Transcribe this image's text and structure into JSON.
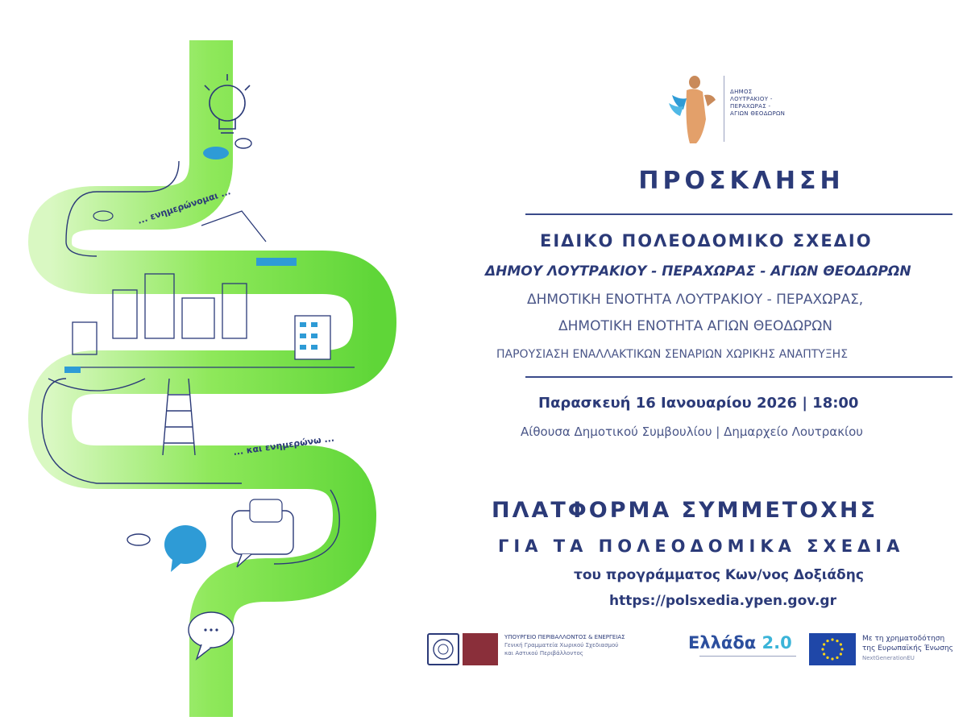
{
  "illustration": {
    "caption_top": "... ενημερώνομαι ...",
    "caption_bottom": "... και ενημερώνω ..."
  },
  "logo": {
    "label_1": "ΔΗΜΟΣ",
    "label_2": "ΛΟΥΤΡΑΚΙΟΥ -",
    "label_3": "ΠΕΡΑΧΩΡΑΣ -",
    "label_4": "ΑΓΙΩΝ ΘΕΟΔΩΡΩΝ"
  },
  "invitation": {
    "heading": "ΠΡΟΣΚΛΗΣΗ",
    "plan_title": "ΕΙΔΙΚΟ ΠΟΛΕΟΔΟΜΙΚΟ ΣΧΕΔΙΟ",
    "municipality": "ΔΗΜΟΥ ΛΟΥΤΡΑΚΙΟΥ - ΠΕΡΑΧΩΡΑΣ - ΑΓΙΩΝ ΘΕΟΔΩΡΩΝ",
    "unit_1": "ΔΗΜΟΤΙΚΗ ΕΝΟΤΗΤΑ ΛΟΥΤΡΑΚΙΟΥ - ΠΕΡΑΧΩΡΑΣ,",
    "unit_2": "ΔΗΜΟΤΙΚΗ ΕΝΟΤΗΤΑ ΑΓΙΩΝ ΘΕΟΔΩΡΩΝ",
    "presentation": "ΠΑΡΟΥΣΙΑΣΗ ΕΝΑΛΛΑΚΤΙΚΩΝ ΣΕΝΑΡΙΩΝ ΧΩΡΙΚΗΣ ΑΝΑΠΤΥΞΗΣ",
    "date_time": "Παρασκευή 16 Ιανουαρίου 2026 | 18:00",
    "venue": "Αίθουσα Δημοτικού Συμβουλίου | Δημαρχείο Λουτρακίου"
  },
  "platform": {
    "title": "ΠΛΑΤΦΟΡΜΑ ΣΥΜΜΕΤΟΧΗΣ",
    "subtitle": "ΓΙΑ ΤΑ ΠΟΛΕΟΔΟΜΙΚΑ ΣΧΕΔΙΑ",
    "program": "του προγράμματος Κων/νος Δοξιάδης",
    "url": "https://polsxedia.ypen.gov.gr"
  },
  "footer": {
    "ministry_name": "ΥΠΟΥΡΓΕΙΟ ΠΕΡΙΒΑΛΛΟΝΤΟΣ & ΕΝΕΡΓΕΙΑΣ",
    "ministry_sub_1": "Γενική Γραμματεία Χωρικού Σχεδιασμού",
    "ministry_sub_2": "και Αστικού Περιβάλλοντος",
    "ellada_word": "Ελλάδα",
    "ellada_num": "2.0",
    "eu_line_1": "Με τη χρηματοδότηση",
    "eu_line_2": "της Ευρωπαϊκής Ένωσης",
    "eu_line_3": "NextGenerationEU"
  },
  "colors": {
    "primary_navy": "#2b3a78",
    "road_green": "#6fe043",
    "road_light": "#c7f5a6",
    "accent_blue": "#2e9bd6"
  },
  "icons": [
    "lightbulb-icon",
    "cloud-icon",
    "speech-bubble-icon",
    "city-icon",
    "ladder-icon",
    "municipality-logo-icon",
    "ministry-seal-icon",
    "eu-flag-icon"
  ]
}
